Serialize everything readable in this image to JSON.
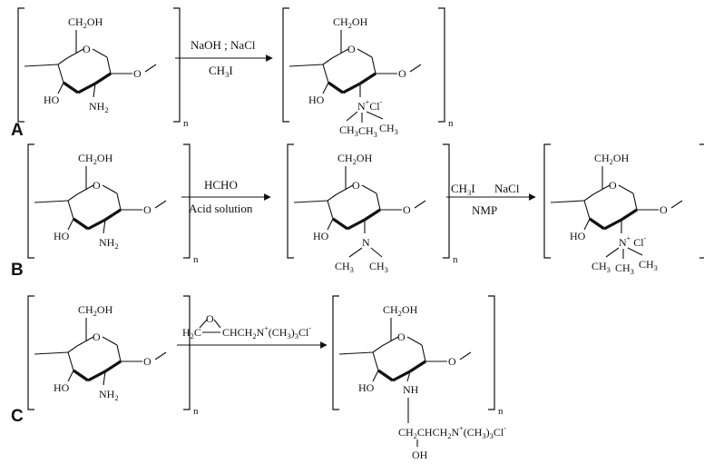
{
  "panels": {
    "A": {
      "label": "A",
      "reagent_top": "NaOH ; NaCl",
      "reagent_bottom": "CH3I"
    },
    "B": {
      "label": "B",
      "step1_top": "HCHO",
      "step1_bottom": "Acid solution",
      "step2_top_left": "CH3I",
      "step2_top_right": "NaCl",
      "step2_bottom": "NMP"
    },
    "C": {
      "label": "C",
      "reagent": "H2C–O–CHCH2N+(CH3)3Cl-"
    }
  },
  "atoms": {
    "ch2oh": "CH2OH",
    "o": "O",
    "ho": "HO",
    "nh2": "NH2",
    "nh": "NH",
    "n": "N",
    "ch3": "CH3",
    "cl": "Cl",
    "oh": "OH",
    "repeat": "n",
    "side_chain": "CH2CHCH2N+(CH3)3Cl-"
  }
}
